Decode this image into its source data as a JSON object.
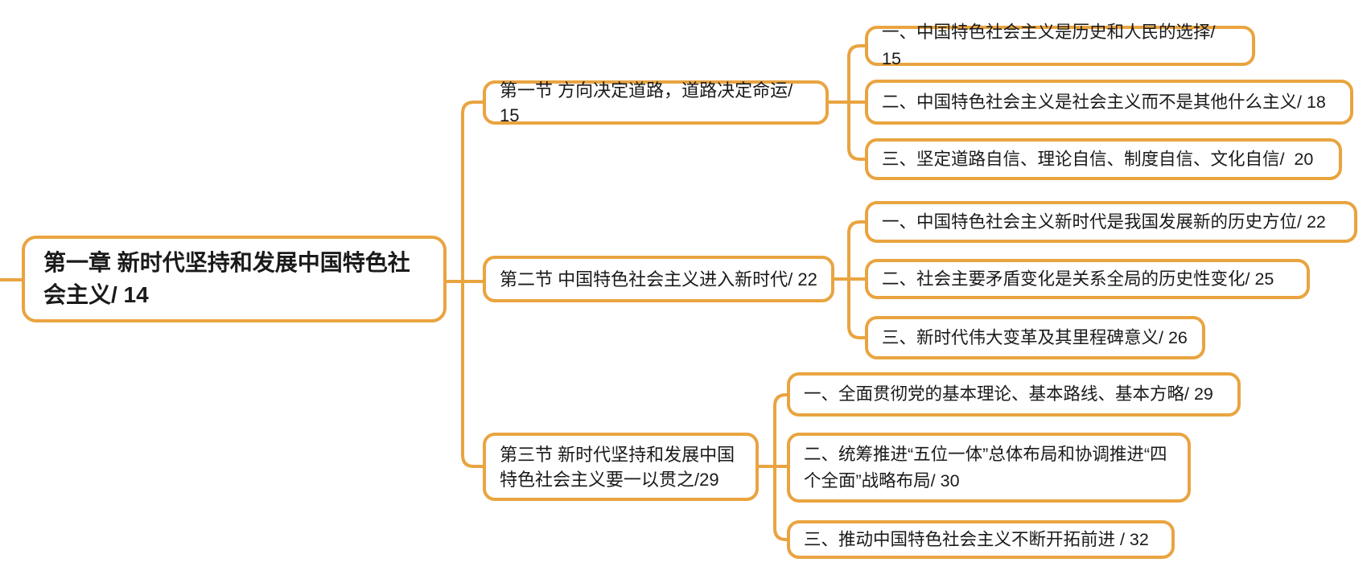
{
  "diagram": {
    "type": "mindmap-toc",
    "colors": {
      "branch": "#E9A440",
      "text": "#1a1a1a",
      "background": "#ffffff"
    },
    "root": {
      "label": "第一章 新时代坚持和发展中国特色社会主义/ 14"
    },
    "sections": [
      {
        "label": "第一节 方向决定道路，道路决定命运/ 15",
        "items": [
          "一、中国特色社会主义是历史和人民的选择/ 15",
          "二、中国特色社会主义是社会主义而不是其他什么主义/ 18",
          "三、坚定道路自信、理论自信、制度自信、文化自信/  20"
        ]
      },
      {
        "label": "第二节 中国特色社会主义进入新时代/ 22",
        "items": [
          "一、中国特色社会主义新时代是我国发展新的历史方位/ 22",
          "二、社会主要矛盾变化是关系全局的历史性变化/ 25",
          "三、新时代伟大变革及其里程碑意义/ 26"
        ]
      },
      {
        "label": "第三节 新时代坚持和发展中国特色社会主义要一以贯之/29",
        "items": [
          "一、全面贯彻党的基本理论、基本路线、基本方略/ 29",
          "二、统筹推进“五位一体”总体布局和协调推进“四个全面”战略布局/ 30",
          "三、推动中国特色社会主义不断开拓前进 / 32"
        ]
      }
    ]
  }
}
